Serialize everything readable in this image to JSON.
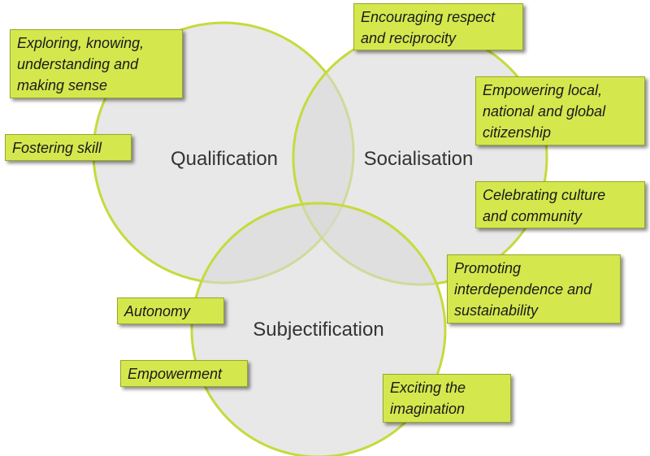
{
  "circles": {
    "qualification": "Qualification",
    "socialisation": "Socialisation",
    "subjectification": "Subjectification"
  },
  "tags": {
    "exploring": [
      "Exploring, knowing,",
      "understanding and",
      "making sense"
    ],
    "fostering": [
      "Fostering skill"
    ],
    "respect": [
      "Encouraging respect",
      "and reciprocity"
    ],
    "citizenship": [
      "Empowering local,",
      "national and global",
      "citizenship"
    ],
    "culture": [
      "Celebrating culture",
      "and community"
    ],
    "interdependence": [
      "Promoting",
      "interdependence and",
      "sustainability"
    ],
    "autonomy": [
      "Autonomy"
    ],
    "empowerment": [
      "Empowerment"
    ],
    "imagination": [
      "Exciting the",
      "imagination"
    ]
  },
  "colors": {
    "tag_fill": "#d4e84e",
    "circle_stroke": "#c6da3c",
    "circle_fill": "#d8d8d8"
  }
}
